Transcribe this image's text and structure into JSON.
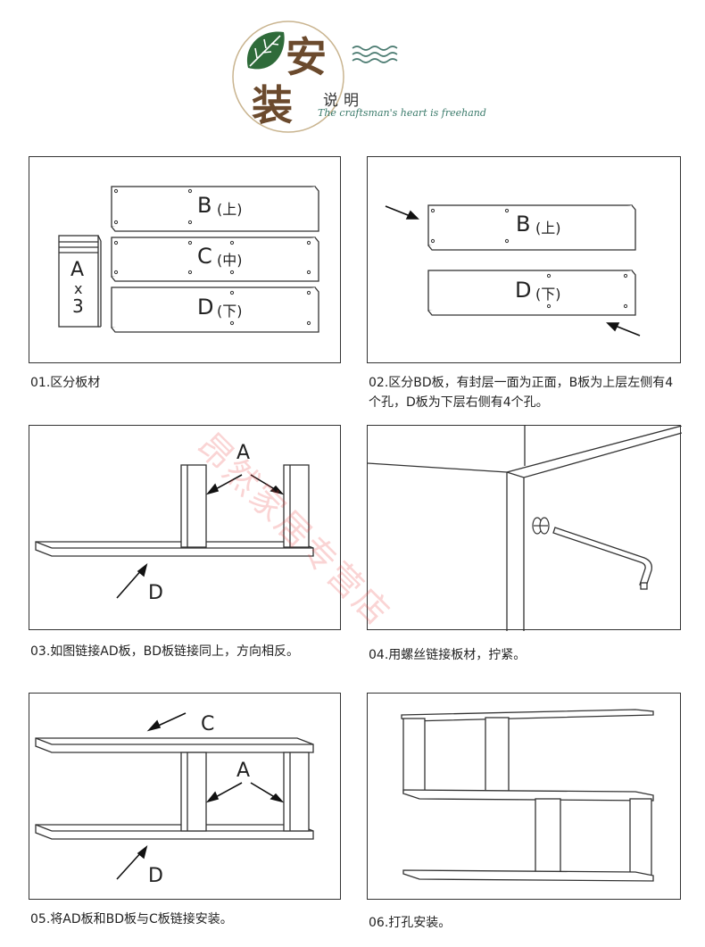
{
  "header": {
    "logo_char_1": "安",
    "logo_char_2": "装",
    "subtitle": "说明",
    "tagline": "The craftsman's heart is freehand"
  },
  "watermark": "昂然家居专营店",
  "panels": [
    {
      "caption": "01.区分板材",
      "labels": {
        "board_b": "B",
        "board_b_pos": "(上)",
        "board_c": "C",
        "board_c_pos": "(中)",
        "board_d": "D",
        "board_d_pos": "(下)",
        "board_a": "A",
        "board_a_x": "x",
        "board_a_qty": "3"
      }
    },
    {
      "caption": "02.区分BD板，有封层一面为正面，B板为上层左侧有4个孔，D板为下层右侧有4个孔。",
      "labels": {
        "board_b": "B",
        "board_b_pos": "(上)",
        "board_d": "D",
        "board_d_pos": "(下)"
      }
    },
    {
      "caption": "03.如图链接AD板，BD板链接同上，方向相反。",
      "labels": {
        "a": "A",
        "d": "D"
      }
    },
    {
      "caption": "04.用螺丝链接板材，拧紧。",
      "labels": {}
    },
    {
      "caption": "05.将AD板和BD板与C板链接安装。",
      "labels": {
        "c": "C",
        "a": "A",
        "d": "D"
      }
    },
    {
      "caption": "06.打孔安装。",
      "labels": {}
    }
  ],
  "colors": {
    "logo_text": "#6b4a2d",
    "leaf": "#2f6b3a",
    "wave": "#4a7a70",
    "tagline": "#3a7a6a",
    "watermark": "#e63c3c"
  }
}
